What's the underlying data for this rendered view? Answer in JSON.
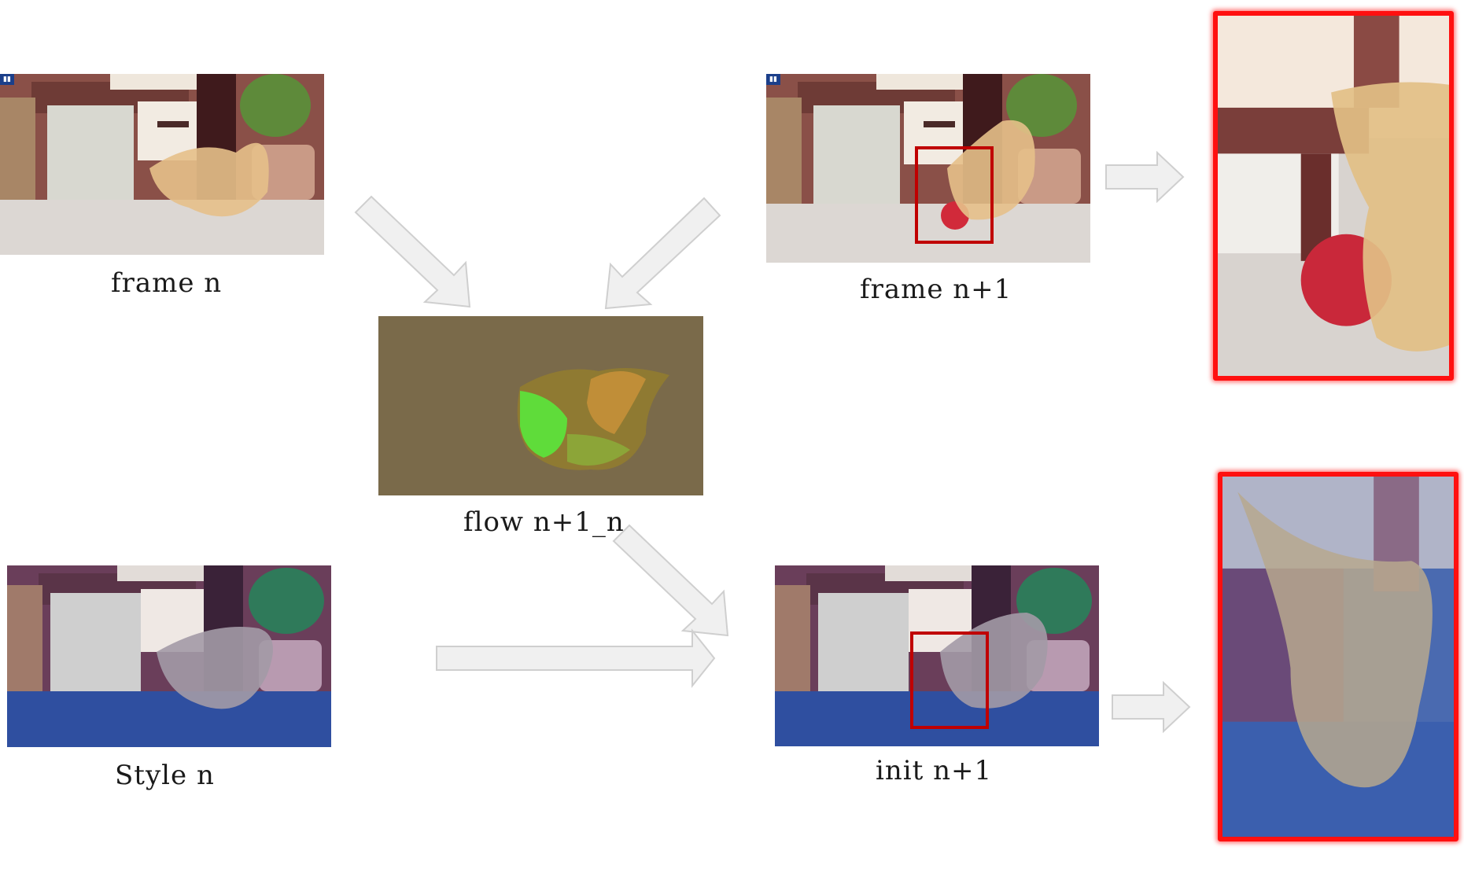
{
  "captions": {
    "frame_n": "frame n",
    "frame_n1": "frame n+1",
    "flow": "flow n+1_n",
    "style_n": "Style n",
    "init_n1": "init n+1"
  },
  "colors": {
    "zoom_border": "#ff1010",
    "crop_box": "#c00000",
    "arrow_fill": "#f0f0f0",
    "arrow_stroke": "#cfcfcf",
    "flow_background": "#7a6a4a"
  }
}
